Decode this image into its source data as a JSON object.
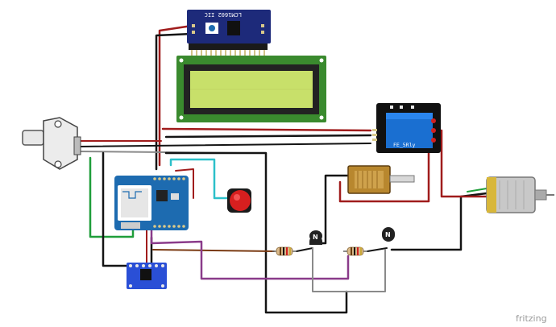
{
  "diagram": {
    "lcd_module_label": "LCM1602 IIC",
    "relay_label": "FE_5Rly",
    "watermark": "fritzing",
    "colors": {
      "red": "#a01c1c",
      "black": "#141414",
      "cyan": "#2cc0c9",
      "green": "#1f9e3a",
      "purple": "#8a3b8a",
      "gray": "#8a8a8a",
      "brown": "#7a3a12",
      "lcd_screen": "#c8e06a",
      "lcd_board": "#3a8a2e",
      "relay_board": "#1a6fd1",
      "mcu_board": "#1d6bb0"
    }
  }
}
